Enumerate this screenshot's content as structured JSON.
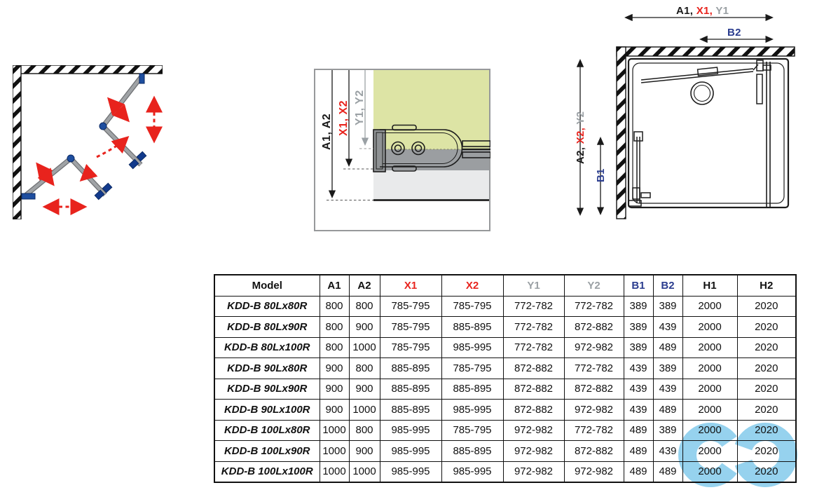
{
  "colors": {
    "dim_red": "#e8231d",
    "dim_gray": "#9aa0a4",
    "dim_blue": "#2b3d8f",
    "panel_green": "#dde4a5",
    "panel_gray": "#9b9ea1",
    "panel_light": "#e9eaeb",
    "door_gray": "#a0a3a6",
    "hinge_blue": "#1e4e9f",
    "arrow_red": "#e8231d",
    "watermark_blue": "#7cc8ea"
  },
  "diagrams": {
    "middle": {
      "dim_a": "A1, A2",
      "dim_x": "X1, X2",
      "dim_y": "Y1, Y2"
    },
    "top_right": {
      "dim_width_a1": "A1, ",
      "dim_width_x1": "X1, ",
      "dim_width_y1": "Y1",
      "dim_b2": "B2",
      "dim_height_a2": "A2, ",
      "dim_height_x2": "X2, ",
      "dim_height_y2": "Y2",
      "dim_b1": "B1"
    }
  },
  "table": {
    "headers": [
      "Model",
      "A1",
      "A2",
      "X1",
      "X2",
      "Y1",
      "Y2",
      "B1",
      "B2",
      "H1",
      "H2"
    ],
    "rows": [
      {
        "model": "KDD-B 80Lx80R",
        "values": [
          "800",
          "800",
          "785-795",
          "785-795",
          "772-782",
          "772-782",
          "389",
          "389",
          "2000",
          "2020"
        ]
      },
      {
        "model": "KDD-B 80Lx90R",
        "values": [
          "800",
          "900",
          "785-795",
          "885-895",
          "772-782",
          "872-882",
          "389",
          "439",
          "2000",
          "2020"
        ]
      },
      {
        "model": "KDD-B 80Lx100R",
        "values": [
          "800",
          "1000",
          "785-795",
          "985-995",
          "772-782",
          "972-982",
          "389",
          "489",
          "2000",
          "2020"
        ]
      },
      {
        "model": "KDD-B 90Lx80R",
        "values": [
          "900",
          "800",
          "885-895",
          "785-795",
          "872-882",
          "772-782",
          "439",
          "389",
          "2000",
          "2020"
        ]
      },
      {
        "model": "KDD-B 90Lx90R",
        "values": [
          "900",
          "900",
          "885-895",
          "885-895",
          "872-882",
          "872-882",
          "439",
          "439",
          "2000",
          "2020"
        ]
      },
      {
        "model": "KDD-B 90Lx100R",
        "values": [
          "900",
          "1000",
          "885-895",
          "985-995",
          "872-882",
          "972-982",
          "439",
          "489",
          "2000",
          "2020"
        ]
      },
      {
        "model": "KDD-B 100Lx80R",
        "values": [
          "1000",
          "800",
          "985-995",
          "785-795",
          "972-982",
          "772-782",
          "489",
          "389",
          "2000",
          "2020"
        ]
      },
      {
        "model": "KDD-B 100Lx90R",
        "values": [
          "1000",
          "900",
          "985-995",
          "885-895",
          "972-982",
          "872-882",
          "489",
          "439",
          "2000",
          "2020"
        ]
      },
      {
        "model": "KDD-B 100Lx100R",
        "values": [
          "1000",
          "1000",
          "985-995",
          "985-995",
          "972-982",
          "972-982",
          "489",
          "489",
          "2000",
          "2020"
        ]
      }
    ]
  }
}
